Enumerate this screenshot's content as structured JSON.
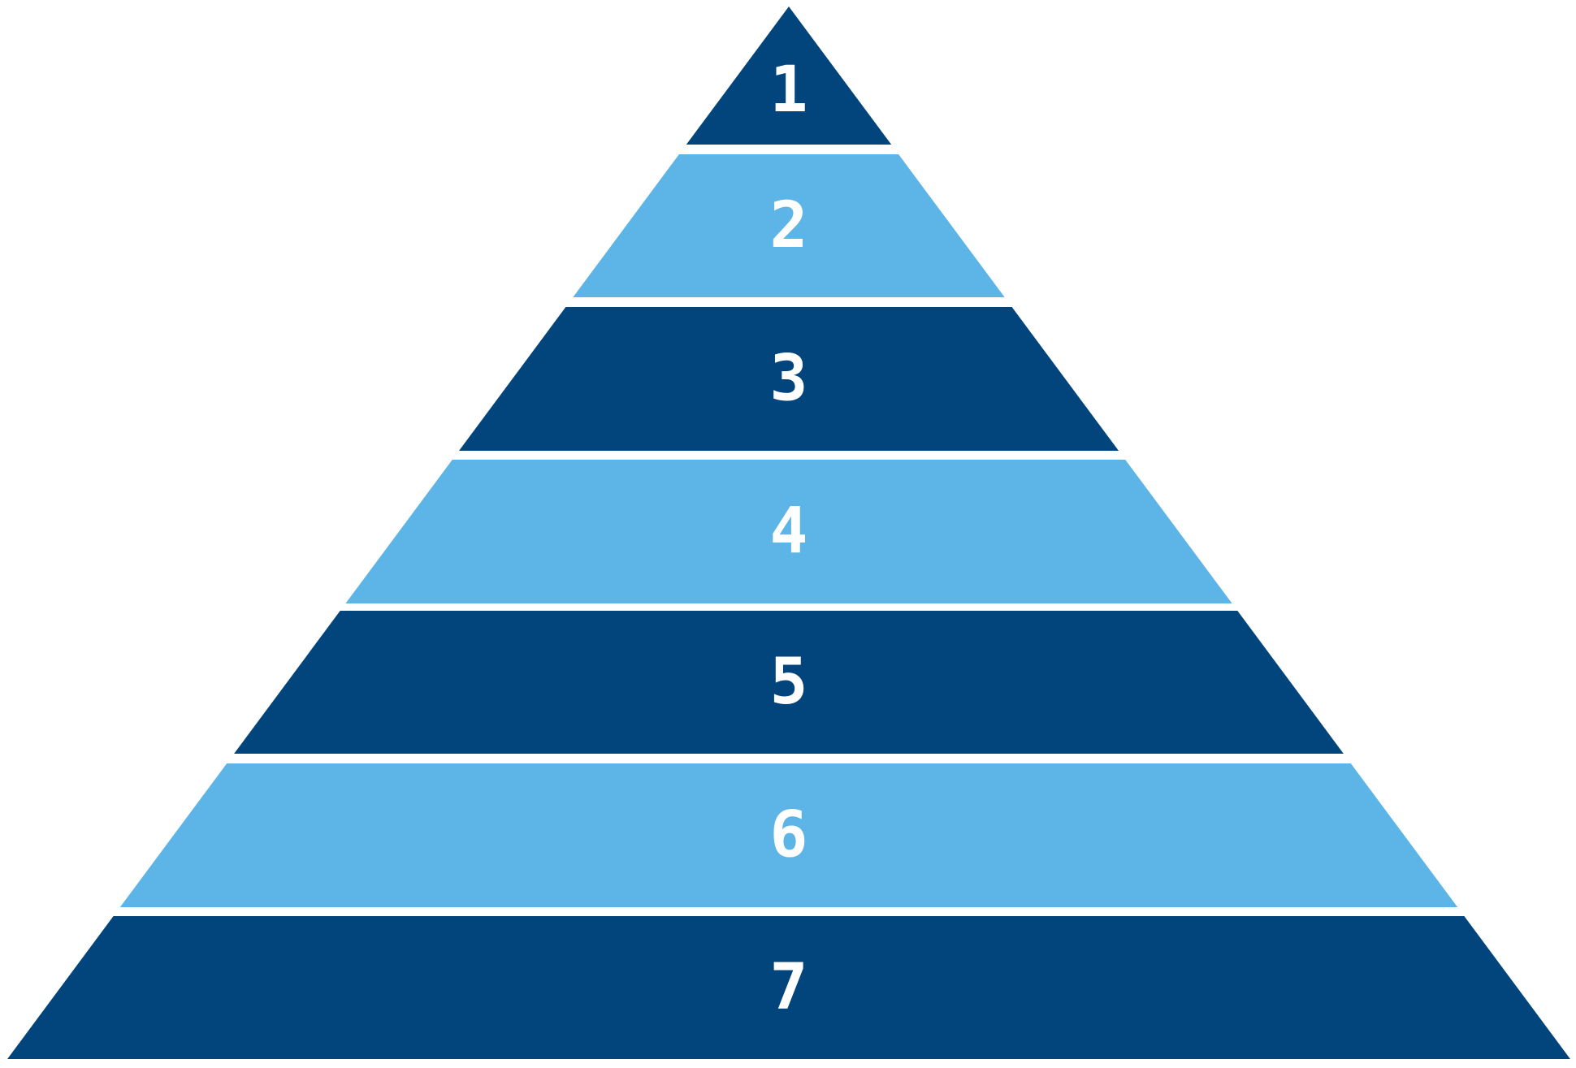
{
  "diagram": {
    "type": "pyramid",
    "colors": {
      "dark": "#02457C",
      "light": "#5DB5E7",
      "label": "#FFFFFF",
      "background": "#FFFFFF"
    },
    "tiers": [
      {
        "label": "1",
        "shade": "dark"
      },
      {
        "label": "2",
        "shade": "light"
      },
      {
        "label": "3",
        "shade": "dark"
      },
      {
        "label": "4",
        "shade": "light"
      },
      {
        "label": "5",
        "shade": "dark"
      },
      {
        "label": "6",
        "shade": "light"
      },
      {
        "label": "7",
        "shade": "dark"
      }
    ]
  }
}
